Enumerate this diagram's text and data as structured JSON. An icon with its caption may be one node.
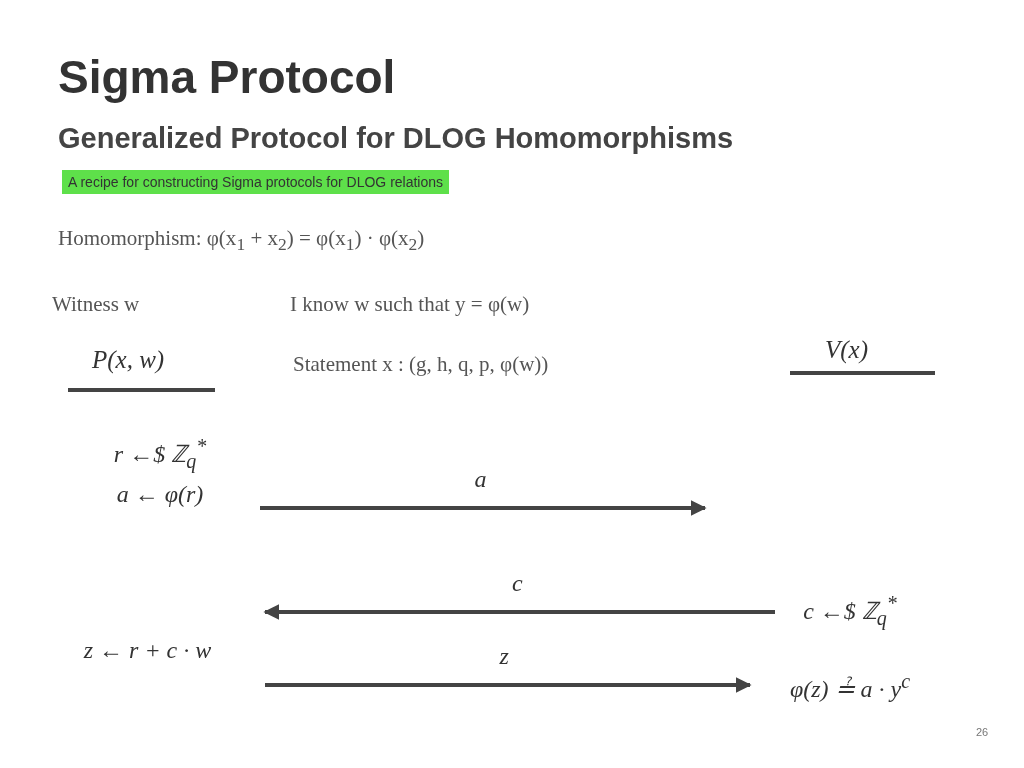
{
  "diagram": {
    "title": "Sigma Protocol",
    "nodes": [
      {
        "text": [
          "r ←$ ℤ$_{q}$$^{*}$",
          "a ← φ(r)"
        ]
      },
      {
        "text": [
          "z ← r + c · w"
        ]
      },
      {
        "text": [
          "c ←$ ℤ$_{q}$$^{*}$"
        ]
      },
      {
        "text": [
          "φ(z) ≟ a · y$^{c}$"
        ]
      }
    ],
    "edges": [
      {
        "from": 0,
        "to": null,
        "label": "a",
        "arrow": "to"
      },
      {
        "from": 2,
        "to": null,
        "label": "c",
        "arrow": "to"
      },
      {
        "from": 1,
        "to": 3,
        "label": "z",
        "arrow": "to"
      }
    ],
    "labels": [
      "Generalized Protocol for DLOG Homomorphisms",
      "A recipe for constructing Sigma protocols for DLOG relations",
      "Homomorphism: φ(x$_{1}$ + x$_{2}$) = φ(x$_{1}$) · φ(x$_{2}$)",
      "Witness w",
      "I know w such that y = φ(w)",
      "P(x, w)",
      "Statement x : (g, h, q, p, φ(w))",
      "V(x)",
      "26"
    ]
  }
}
